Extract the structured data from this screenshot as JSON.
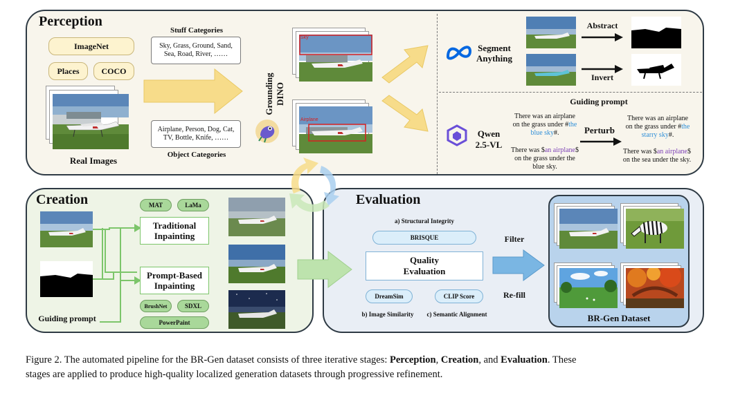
{
  "perception": {
    "title": "Perception",
    "datasets": [
      "ImageNet",
      "Places",
      "COCO"
    ],
    "real_images_label": "Real Images",
    "stuff_title": "Stuff Categories",
    "stuff_list": "Sky, Grass, Ground, Sand, Sea, Road, River, ……",
    "object_list": "Airplane, Person, Dog, Cat, TV, Bottle, Knife, ……",
    "object_title": "Object Categories",
    "grounding_line1": "Grounding",
    "grounding_line2": "DINO",
    "sky_tag": "Sky",
    "airplane_tag": "Airplane",
    "sam_line1": "Segment",
    "sam_line2": "Anything",
    "abstract_label": "Abstract",
    "invert_label": "Invert",
    "guiding_prompt_title": "Guiding prompt",
    "qwen_line1": "Qwen",
    "qwen_line2": "2.5-VL",
    "perturb_label": "Perturb",
    "prompt_left_1a": "There was an airplane",
    "prompt_left_1b": "on the grass under #",
    "prompt_left_1c": "the",
    "prompt_left_1d": "blue sky",
    "prompt_left_1e": "#.",
    "prompt_left_2a": "There was $",
    "prompt_left_2b": "an airplane",
    "prompt_left_2c": "$",
    "prompt_left_2d": "on the grass under the",
    "prompt_left_2e": "blue sky.",
    "prompt_right_1a": "There was an airplane",
    "prompt_right_1b": "on the grass under #",
    "prompt_right_1c": "the",
    "prompt_right_1d": "starry sky",
    "prompt_right_1e": "#.",
    "prompt_right_2a": "There was $",
    "prompt_right_2b": "an airplane",
    "prompt_right_2c": "$",
    "prompt_right_2d": "on the sea under the sky."
  },
  "creation": {
    "title": "Creation",
    "guiding_prompt": "Guiding prompt",
    "mat": "MAT",
    "lama": "LaMa",
    "traditional_line1": "Traditional",
    "traditional_line2": "Inpainting",
    "prompt_based_line1": "Prompt-Based",
    "prompt_based_line2": "Inpainting",
    "brushnet": "BrushNet",
    "sdxl": "SDXL",
    "powerpaint": "PowerPaint"
  },
  "evaluation": {
    "title": "Evaluation",
    "structural": "a) Structural Integrity",
    "brisque": "BRISQUE",
    "quality_line1": "Quality",
    "quality_line2": "Evaluation",
    "dreamsim": "DreamSim",
    "clip": "CLIP Score",
    "similarity": "b) Image Similarity",
    "semantic": "c) Semantic Alignment",
    "filter": "Filter",
    "refill": "Re-fill",
    "dataset_label": "BR-Gen Dataset"
  },
  "caption": {
    "part1": "Figure 2. The automated pipeline for the BR-Gen dataset consists of three iterative stages: ",
    "perception": "Perception",
    "comma1": ", ",
    "creation": "Creation",
    "and": ", and ",
    "evaluation": "Evaluation",
    "part2": ". These",
    "line2": "stages are applied to produce high-quality localized generation datasets through progressive refinement."
  },
  "colors": {
    "perception_bg": "#f8f5ec",
    "creation_bg": "#eef4e6",
    "evaluation_bg": "#e9eef5",
    "dataset_bg": "#b9d3ec",
    "yellow_arrow": "#f7dc8a",
    "green_arrow": "#bde3ad",
    "blue_arrow": "#7ab6e3"
  }
}
